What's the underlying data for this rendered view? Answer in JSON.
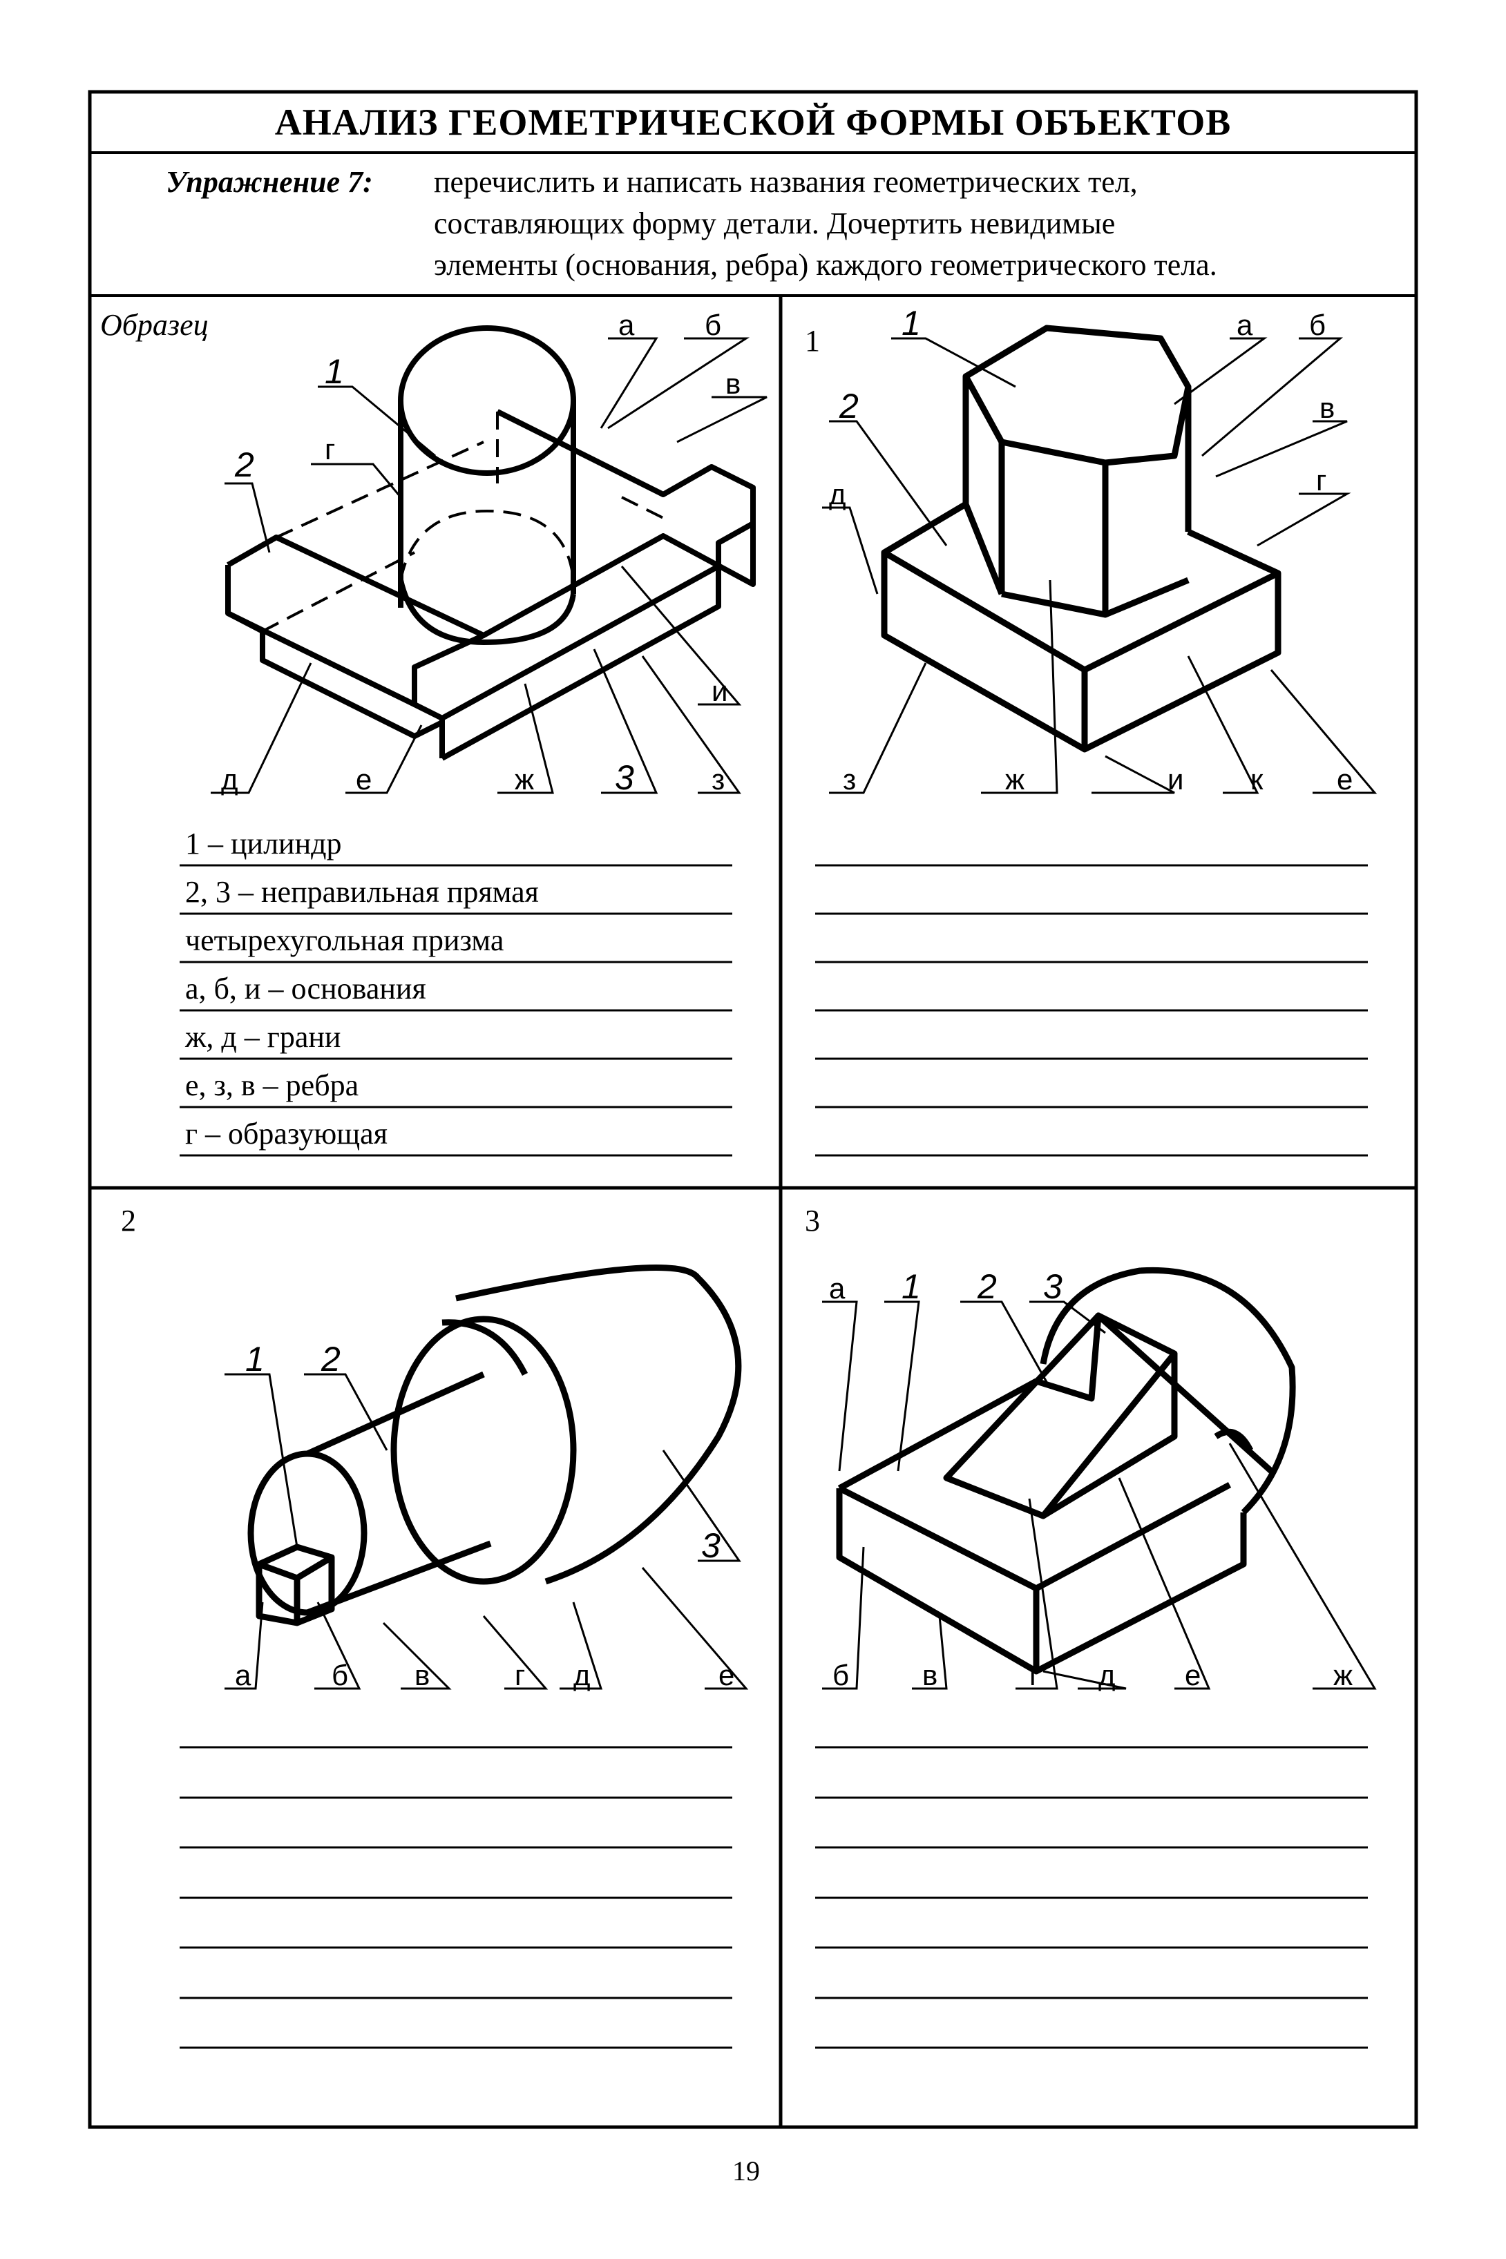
{
  "header": {
    "title": "АНАЛИЗ ГЕОМЕТРИЧЕСКОЙ ФОРМЫ ОБЪЕКТОВ",
    "exercise_label": "Упражнение 7:",
    "exercise_text": [
      "перечислить и написать названия геометрических тел,",
      "составляющих форму детали. Дочертить невидимые",
      "элементы (основания, ребра) каждого геометрического тела."
    ]
  },
  "sample": {
    "label": "Образец",
    "callouts": [
      "а",
      "б",
      "в",
      "г",
      "д",
      "е",
      "ж",
      "з",
      "и",
      "1",
      "2",
      "3"
    ],
    "notes": [
      "1 – цилиндр",
      "2, 3 – неправильная прямая",
      "четырехугольная призма",
      "а, б, и – основания",
      "ж, д – грани",
      "е, з, в – ребра",
      "г – образующая"
    ]
  },
  "task1": {
    "number": "1",
    "callouts": [
      "1",
      "2",
      "а",
      "б",
      "в",
      "г",
      "д",
      "з",
      "ж",
      "и",
      "к",
      "е"
    ]
  },
  "task2": {
    "number": "2",
    "callouts": [
      "1",
      "2",
      "3",
      "а",
      "б",
      "в",
      "г",
      "д",
      "е"
    ]
  },
  "task3": {
    "number": "3",
    "callouts": [
      "а",
      "1",
      "2",
      "3",
      "б",
      "в",
      "г",
      "д",
      "е",
      "ж"
    ]
  },
  "footer": {
    "page_number": "19"
  }
}
